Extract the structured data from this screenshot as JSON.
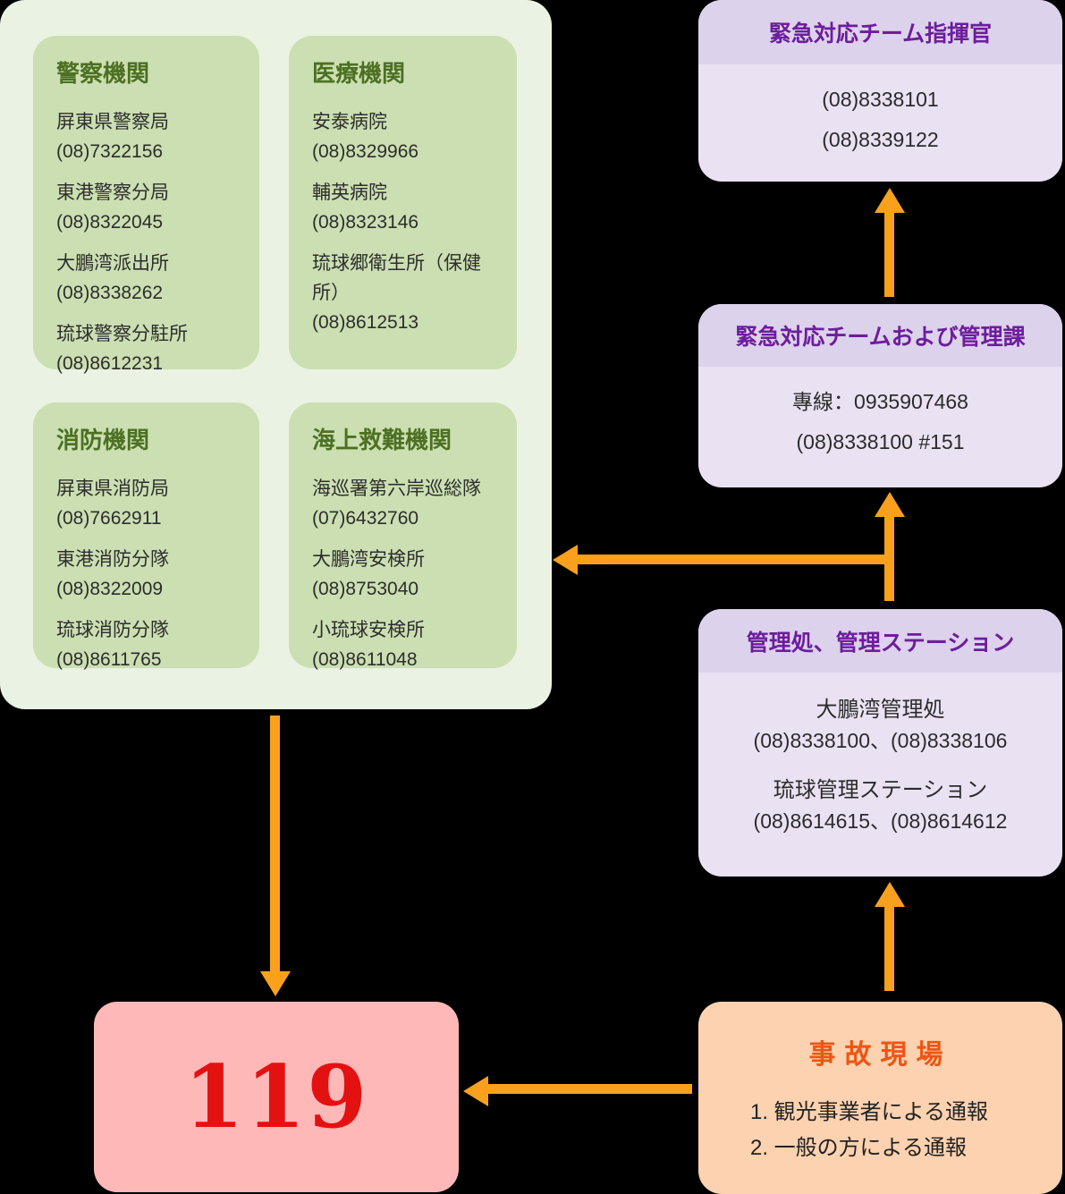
{
  "colors": {
    "background": "#000000",
    "panel_green": "#eaf2e3",
    "card_green": "#cbdfb2",
    "heading_green": "#4d7023",
    "body_text": "#2d2d2d",
    "purple_header_band": "#dcd2ec",
    "purple_body": "#eae2f3",
    "purple_title": "#6d1d9d",
    "arrow_orange": "#f9a11d",
    "scene_bg": "#fcd2b0",
    "scene_title": "#ee5514",
    "pink_bg": "#ffb8b8",
    "red_119": "#e41111"
  },
  "directory": {
    "police": {
      "title": "警察機関",
      "entries": [
        {
          "name": "屏東県警察局",
          "phone": "(08)7322156"
        },
        {
          "name": "東港警察分局",
          "phone": "(08)8322045"
        },
        {
          "name": "大鵬湾派出所",
          "phone": "(08)8338262"
        },
        {
          "name": "琉球警察分駐所",
          "phone": "(08)8612231"
        }
      ]
    },
    "medical": {
      "title": "医療機関",
      "entries": [
        {
          "name": "安泰病院",
          "phone": "(08)8329966"
        },
        {
          "name": "輔英病院",
          "phone": "(08)8323146"
        },
        {
          "name": "琉球郷衛生所（保健所）",
          "phone": "(08)8612513"
        }
      ]
    },
    "fire": {
      "title": "消防機関",
      "entries": [
        {
          "name": "屏東県消防局",
          "phone": "(08)7662911"
        },
        {
          "name": "東港消防分隊",
          "phone": "(08)8322009"
        },
        {
          "name": "琉球消防分隊",
          "phone": "(08)8611765"
        }
      ]
    },
    "maritime": {
      "title": "海上救難機関",
      "entries": [
        {
          "name": "海巡署第六岸巡総隊",
          "phone": "(07)6432760"
        },
        {
          "name": "大鵬湾安検所",
          "phone": "(08)8753040"
        },
        {
          "name": "小琉球安検所",
          "phone": "(08)8611048"
        }
      ]
    }
  },
  "commander": {
    "title": "緊急対応チーム指揮官",
    "phone1": "(08)8338101",
    "phone2": "(08)8339122"
  },
  "team": {
    "title": "緊急対応チームおよび管理課",
    "line1": "專線：0935907468",
    "line2": "(08)8338100 #151"
  },
  "office": {
    "title": "管理処、管理ステーション",
    "group1": {
      "name": "大鵬湾管理処",
      "phones": "(08)8338100、(08)8338106"
    },
    "group2": {
      "name": "琉球管理ステーション",
      "phones": "(08)8614615、(08)8614612"
    }
  },
  "scene": {
    "title": "事故現場",
    "item1": "1. 観光事業者による通報",
    "item2": "2. 一般の方による通報"
  },
  "emergency_number": "119"
}
